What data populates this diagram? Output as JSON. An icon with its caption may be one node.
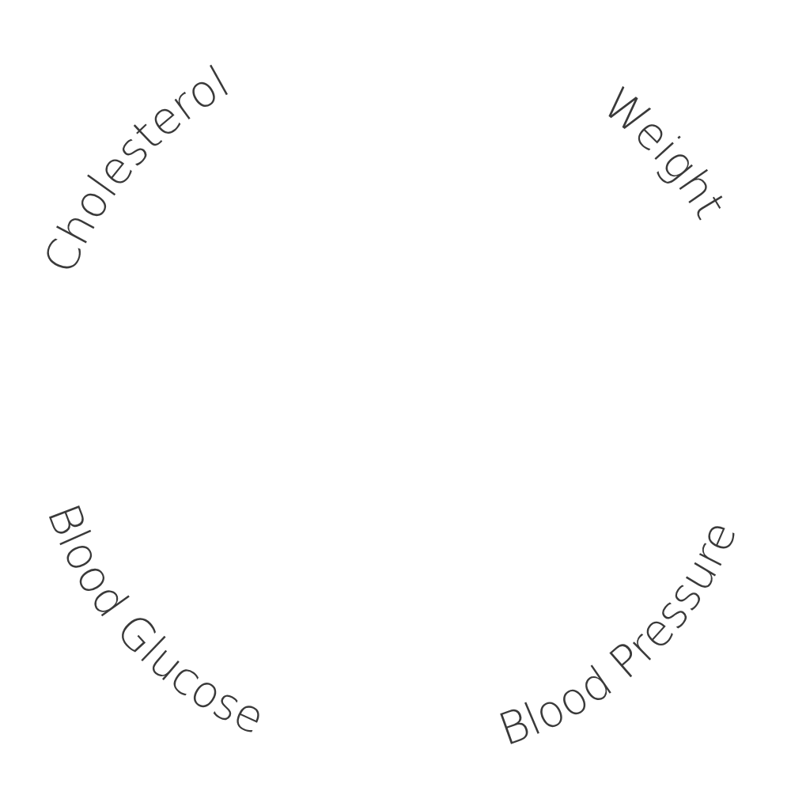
{
  "diagram": {
    "labels": [
      "Cholesterol",
      "Weight",
      "Blood Glucose",
      "Blood Pressure"
    ]
  }
}
